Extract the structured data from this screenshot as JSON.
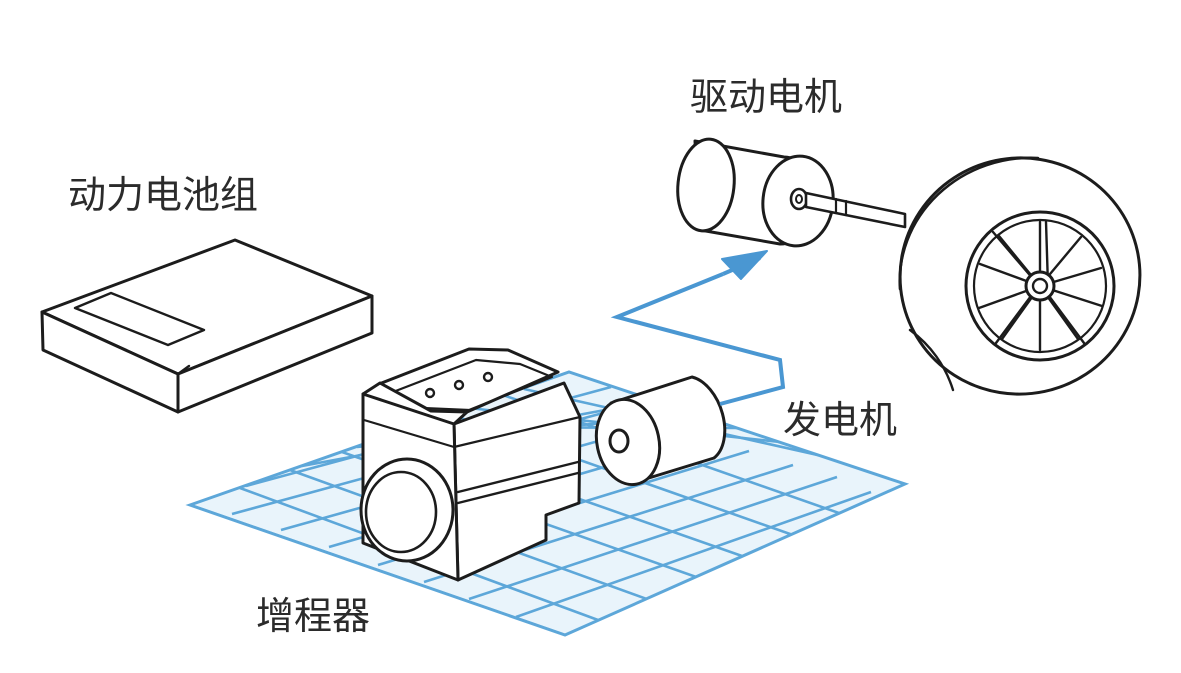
{
  "diagram": {
    "labels": {
      "battery_pack": "动力电池组",
      "drive_motor": "驱动电机",
      "generator": "发电机",
      "range_extender": "增程器"
    },
    "colors": {
      "outline": "#1c1c1c",
      "grid_line": "#5da7d9",
      "grid_fill": "#e9f4fb",
      "flow_arrow": "#4a97d2",
      "component_fill": "#ffffff",
      "label_text": "#2b2b2b"
    },
    "components": [
      "battery-pack",
      "range-extender-engine",
      "generator",
      "drive-motor",
      "wheel"
    ],
    "flow": "generator-to-drive-motor"
  }
}
